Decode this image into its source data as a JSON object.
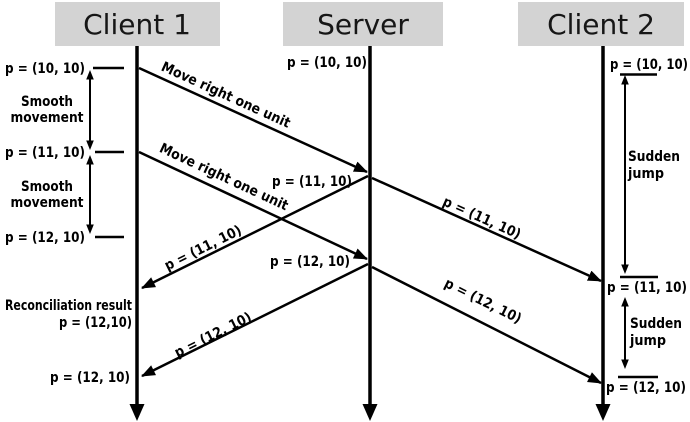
{
  "actors": [
    {
      "label": "Client 1"
    },
    {
      "label": "Server"
    },
    {
      "label": "Client 2"
    }
  ],
  "client1": {
    "pos_initial": "p = (10, 10)",
    "smooth1_line1": "Smooth",
    "smooth1_line2": "movement",
    "pos_after_move1": "p = (11, 10)",
    "smooth2_line1": "Smooth",
    "smooth2_line2": "movement",
    "pos_after_move2": "p = (12, 10)",
    "reconciliation_line1": "Reconciliation result",
    "reconciliation_line2": "p = (12,10)",
    "pos_final": "p = (12, 10)"
  },
  "server": {
    "pos_initial": "p = (10, 10)",
    "pos_update1": "p = (11, 10)",
    "pos_update2": "p = (12, 10)"
  },
  "client2": {
    "pos_initial": "p = (10, 10)",
    "jump1_line1": "Sudden",
    "jump1_line2": "jump",
    "pos_update1": "p = (11, 10)",
    "jump2_line1": "Sudden",
    "jump2_line2": "jump",
    "pos_update2": "p = (12, 10)"
  },
  "messages": {
    "move1": "Move right one unit",
    "move2": "Move right one unit",
    "update1_to_client1": "p = (11, 10)",
    "update1_to_client2": "p = (11, 10)",
    "update2_to_client1": "p = (12, 10)",
    "update2_to_client2": "p = (12, 10)"
  },
  "colors": {
    "header_bg": "#d3d3d3",
    "line": "#000000",
    "background": "#ffffff"
  }
}
